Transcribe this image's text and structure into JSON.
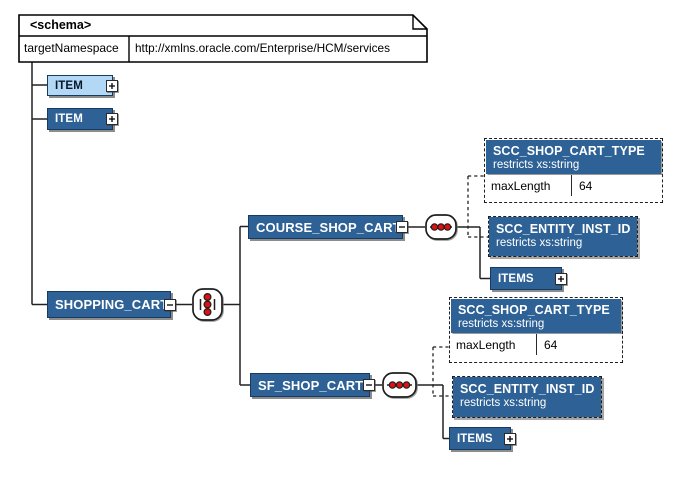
{
  "schema_box": {
    "title": "<schema>",
    "attribute_name": "targetNamespace",
    "attribute_value": "http://xmlns.oracle.com/Enterprise/HCM/services"
  },
  "elements": {
    "item_1": {
      "label": "ITEM"
    },
    "item_2": {
      "label": "ITEM"
    },
    "shopping_cart": {
      "label": "SHOPPING_CART"
    },
    "course_shop_cart": {
      "label": "COURSE_SHOP_CART"
    },
    "sf_shop_cart": {
      "label": "SF_SHOP_CART"
    }
  },
  "course_group": {
    "shop_cart_type": {
      "title": "SCC_SHOP_CART_TYPE",
      "derivation": "restricts xs:string",
      "facet": {
        "name": "maxLength",
        "value": "64"
      }
    },
    "entity_inst_id": {
      "title": "SCC_ENTITY_INST_ID",
      "derivation": "restricts xs:string"
    },
    "items": {
      "label": "ITEMS"
    }
  },
  "sf_group": {
    "shop_cart_type": {
      "title": "SCC_SHOP_CART_TYPE",
      "derivation": "restricts xs:string",
      "facet": {
        "name": "maxLength",
        "value": "64"
      }
    },
    "entity_inst_id": {
      "title": "SCC_ENTITY_INST_ID",
      "derivation": "restricts xs:string"
    },
    "items": {
      "label": "ITEMS"
    }
  },
  "icons": {
    "sequence_vertical": "sequence-compositor-icon",
    "sequence_horizontal": "sequence-compositor-icon",
    "expand": "plus-icon",
    "collapse": "minus-icon",
    "note_corner": "folded-corner"
  },
  "colors": {
    "element_blue": "#2e6296",
    "element_light_blue": "#b3d8f6",
    "border_navy": "#173a60",
    "sequence_dot_red": "#dd1111",
    "connector": "#222222"
  }
}
